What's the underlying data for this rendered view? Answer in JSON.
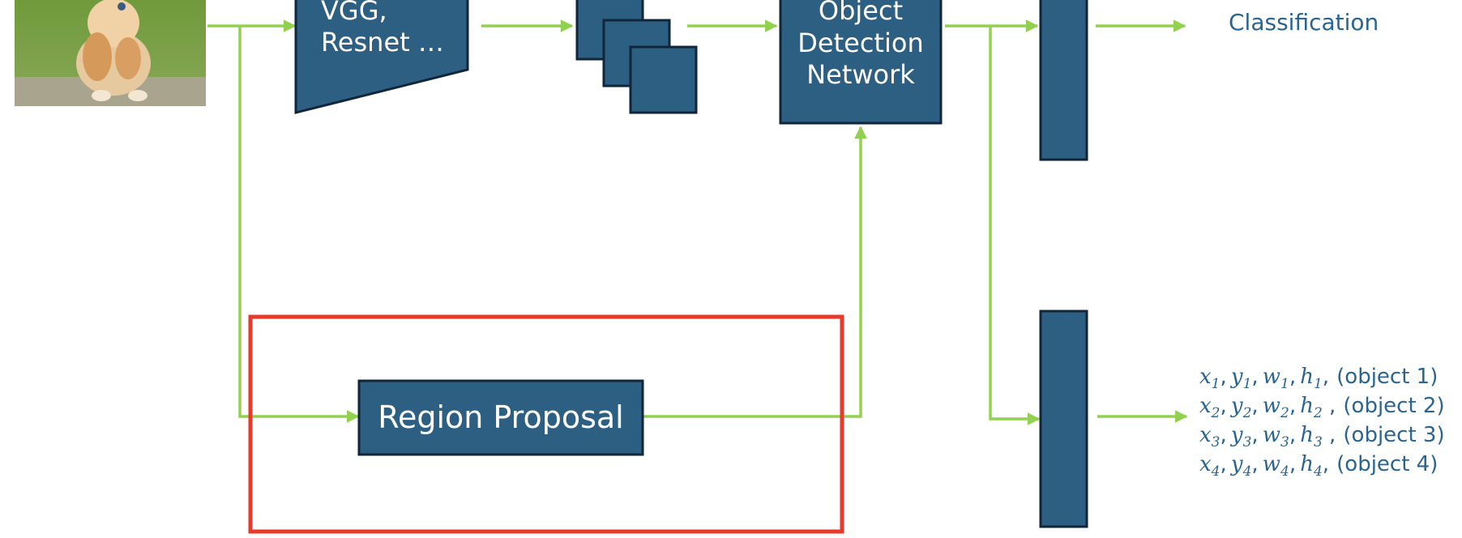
{
  "colors": {
    "box_fill": "#2d5f82",
    "box_stroke": "#10263a",
    "arrow": "#92d050",
    "highlight": "#e8392a",
    "output_text": "#2a6491"
  },
  "input_image": {
    "description_icon": "kitten-photo"
  },
  "backbone": {
    "line1": "VGG,",
    "line2": "Resnet …"
  },
  "detector": {
    "line1": "Object",
    "line2": "Detection",
    "line3": "Network"
  },
  "region_proposal": {
    "label": "Region Proposal"
  },
  "outputs": {
    "classification": "Classification",
    "boxes": [
      {
        "vars": [
          "x",
          "y",
          "w",
          "h"
        ],
        "sub": "1",
        "sep": ",",
        "tag": "(object 1)"
      },
      {
        "vars": [
          "x",
          "y",
          "w",
          "h"
        ],
        "sub": "2",
        "sep": " ,",
        "tag": "(object 2)"
      },
      {
        "vars": [
          "x",
          "y",
          "w",
          "h"
        ],
        "sub": "3",
        "sep": " ,",
        "tag": "(object 3)"
      },
      {
        "vars": [
          "x",
          "y",
          "w",
          "h"
        ],
        "sub": "4",
        "sep": ",",
        "tag": "(object 4)"
      }
    ]
  }
}
